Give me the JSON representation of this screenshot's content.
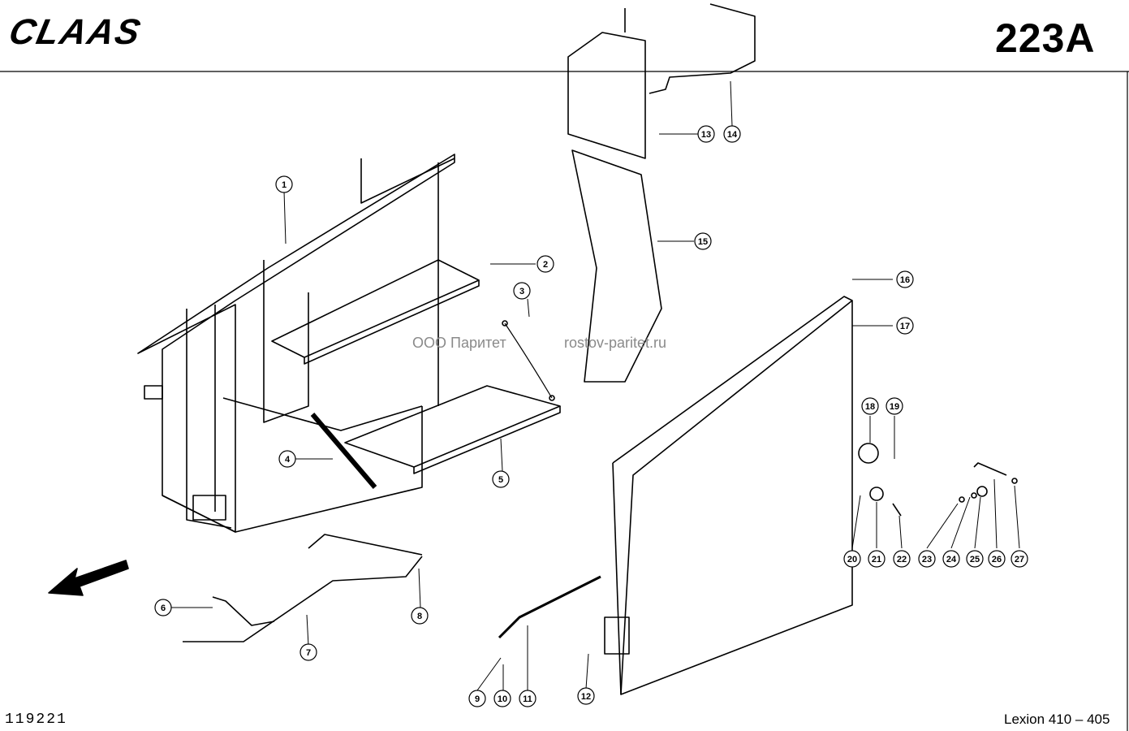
{
  "header": {
    "brand": "CLAAS",
    "plate_code": "223A"
  },
  "footer": {
    "drawing_number": "119221",
    "model": "Lexion 410 – 405"
  },
  "watermark": {
    "company": "ООО Паритет",
    "site": "rostov-paritet.ru"
  },
  "callouts": [
    "1",
    "2",
    "3",
    "4",
    "5",
    "6",
    "7",
    "8",
    "9",
    "10",
    "11",
    "12",
    "13",
    "14",
    "15",
    "16",
    "17",
    "18",
    "19",
    "20",
    "21",
    "22",
    "23",
    "24",
    "25",
    "26",
    "27"
  ]
}
